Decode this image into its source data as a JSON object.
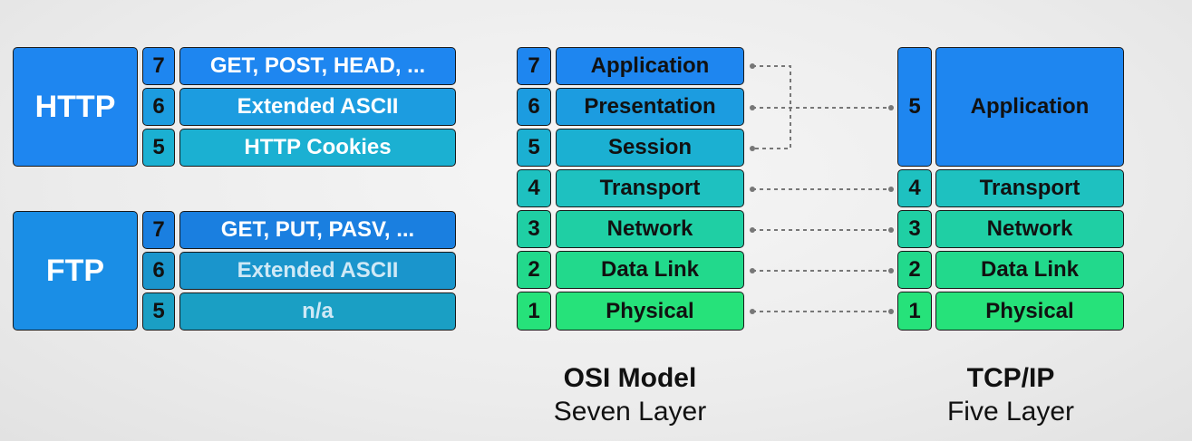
{
  "http": {
    "label": "HTTP",
    "layers": [
      {
        "num": "7",
        "text": "GET, POST, HEAD, ..."
      },
      {
        "num": "6",
        "text": "Extended ASCII"
      },
      {
        "num": "5",
        "text": "HTTP Cookies"
      }
    ]
  },
  "ftp": {
    "label": "FTP",
    "layers": [
      {
        "num": "7",
        "text": "GET, PUT, PASV, ..."
      },
      {
        "num": "6",
        "text": "Extended ASCII"
      },
      {
        "num": "5",
        "text": "n/a"
      }
    ]
  },
  "osi": {
    "title": "OSI Model",
    "subtitle": "Seven Layer",
    "layers": [
      {
        "num": "7",
        "name": "Application"
      },
      {
        "num": "6",
        "name": "Presentation"
      },
      {
        "num": "5",
        "name": "Session"
      },
      {
        "num": "4",
        "name": "Transport"
      },
      {
        "num": "3",
        "name": "Network"
      },
      {
        "num": "2",
        "name": "Data Link"
      },
      {
        "num": "1",
        "name": "Physical"
      }
    ]
  },
  "tcpip": {
    "title": "TCP/IP",
    "subtitle": "Five Layer",
    "layers": [
      {
        "num": "5",
        "name": "Application"
      },
      {
        "num": "4",
        "name": "Transport"
      },
      {
        "num": "3",
        "name": "Network"
      },
      {
        "num": "2",
        "name": "Data Link"
      },
      {
        "num": "1",
        "name": "Physical"
      }
    ]
  },
  "colors": {
    "l7": "#1e86f0",
    "l6": "#1c9ce0",
    "l5": "#1bb0d2",
    "l4": "#1ec1c0",
    "l3": "#1fcfa4",
    "l2": "#22d98c",
    "l1": "#26e27a",
    "ftp7": "#1a7fe0",
    "ftp6": "#1a95cc",
    "ftp5": "#1a9fc4",
    "connector": "#777777"
  }
}
